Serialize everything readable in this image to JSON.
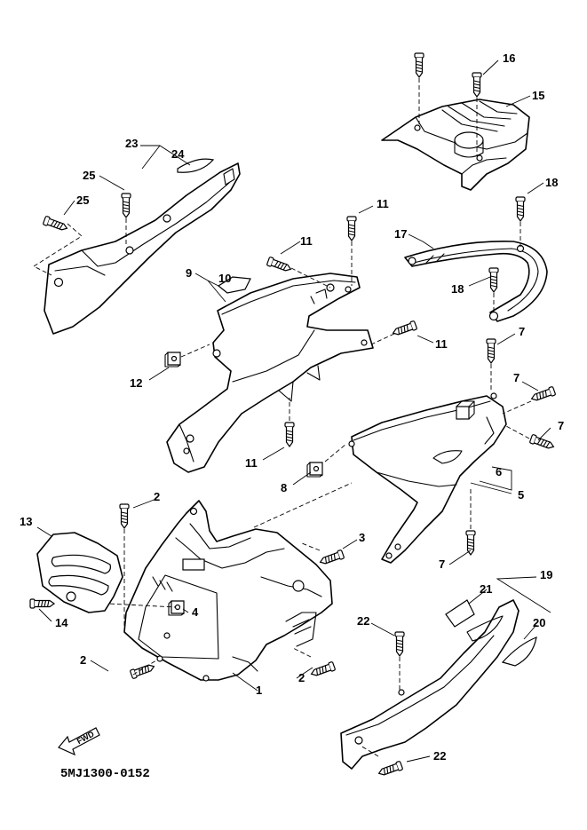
{
  "diagram": {
    "code": "5MJ1300-0152",
    "fwd_label": "FWD",
    "callouts": [
      {
        "id": "c16",
        "text": "16"
      },
      {
        "id": "c15",
        "text": "15"
      },
      {
        "id": "c23",
        "text": "23"
      },
      {
        "id": "c24",
        "text": "24"
      },
      {
        "id": "c25a",
        "text": "25"
      },
      {
        "id": "c25b",
        "text": "25"
      },
      {
        "id": "c11a",
        "text": "11"
      },
      {
        "id": "c11b",
        "text": "11"
      },
      {
        "id": "c18a",
        "text": "18"
      },
      {
        "id": "c17",
        "text": "17"
      },
      {
        "id": "c18b",
        "text": "18"
      },
      {
        "id": "c9",
        "text": "9"
      },
      {
        "id": "c10",
        "text": "10"
      },
      {
        "id": "c11c",
        "text": "11"
      },
      {
        "id": "c12",
        "text": "12"
      },
      {
        "id": "c7a",
        "text": "7"
      },
      {
        "id": "c7b",
        "text": "7"
      },
      {
        "id": "c7c",
        "text": "7"
      },
      {
        "id": "c11d",
        "text": "11"
      },
      {
        "id": "c8",
        "text": "8"
      },
      {
        "id": "c6",
        "text": "6"
      },
      {
        "id": "c5",
        "text": "5"
      },
      {
        "id": "c2a",
        "text": "2"
      },
      {
        "id": "c13",
        "text": "13"
      },
      {
        "id": "c3",
        "text": "3"
      },
      {
        "id": "c7d",
        "text": "7"
      },
      {
        "id": "c4",
        "text": "4"
      },
      {
        "id": "c14",
        "text": "14"
      },
      {
        "id": "c19",
        "text": "19"
      },
      {
        "id": "c21",
        "text": "21"
      },
      {
        "id": "c22a",
        "text": "22"
      },
      {
        "id": "c20",
        "text": "20"
      },
      {
        "id": "c2b",
        "text": "2"
      },
      {
        "id": "c2c",
        "text": "2"
      },
      {
        "id": "c1",
        "text": "1"
      },
      {
        "id": "c22b",
        "text": "22"
      }
    ]
  }
}
